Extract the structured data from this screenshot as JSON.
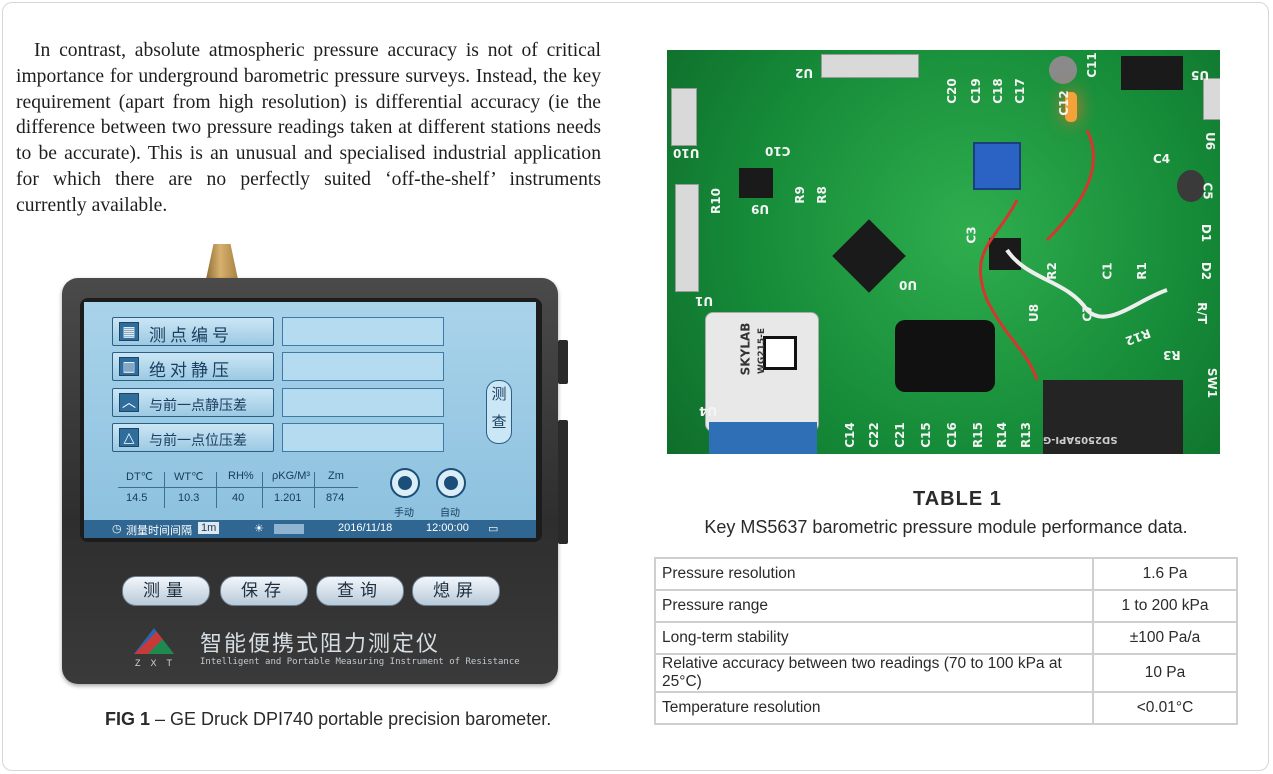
{
  "body_text": "In contrast, absolute atmospheric pressure accuracy is not of critical importance for underground barometric pressure surveys. Instead, the key requirement (apart from high resolution) is differential accuracy (ie the difference between two pressure readings taken at different stations needs to be accurate). This is an unusual and specialised industrial application for which there are no perfectly suited ‘off-the-shelf’ instruments currently available.",
  "figure1": {
    "caption_label": "FIG 1",
    "caption_text": " – GE Druck DPI740 portable precision barometer.",
    "screen": {
      "menu": [
        "测点编号",
        "绝对静压",
        "与前一点静压差",
        "与前一点位压差"
      ],
      "side_tab": [
        "测",
        "查"
      ],
      "reading_headers": [
        "DT℃",
        "WT℃",
        "RH%",
        "ρKG/M³",
        "Zm"
      ],
      "reading_values": [
        "14.5",
        "10.3",
        "40",
        "1.201",
        "874"
      ],
      "round_buttons": [
        "手动",
        "自动"
      ],
      "status": {
        "interval_label": "测量时间间隔",
        "interval_value": "1m",
        "date": "2016/11/18",
        "time": "12:00:00"
      }
    },
    "hardware_buttons": [
      "测量",
      "保存",
      "查询",
      "熄屏"
    ],
    "brand_cn": "智能便携式阻力测定仪",
    "brand_en": "Intelligent and Portable Measuring Instrument of Resistance",
    "logo_letters": "ZXT"
  },
  "pcb_labels": [
    "U2",
    "C20",
    "C19",
    "C18",
    "C17",
    "C11",
    "C12",
    "U5",
    "U6",
    "U10",
    "C10",
    "C4",
    "C5",
    "R10",
    "U9",
    "R9",
    "R8",
    "C3",
    "U1",
    "U0",
    "R2",
    "C1",
    "R1",
    "D1",
    "D2",
    "R/T",
    "C7",
    "U8",
    "R12",
    "R3",
    "SKYLAB",
    "WG215-E",
    "U4",
    "C14",
    "C22",
    "C21",
    "C15",
    "C16",
    "R15",
    "R14",
    "R13",
    "SD2505API-G",
    "SW1"
  ],
  "table1": {
    "title": "TABLE 1",
    "subtitle": "Key MS5637 barometric pressure module performance data.",
    "rows": [
      [
        "Pressure resolution",
        "1.6 Pa"
      ],
      [
        "Pressure range",
        "1 to 200 kPa"
      ],
      [
        "Long-term stability",
        "±100 Pa/a"
      ],
      [
        "Relative accuracy between two readings (70 to 100 kPa at 25°C)",
        "10 Pa"
      ],
      [
        "Temperature resolution",
        "<0.01°C"
      ]
    ]
  }
}
